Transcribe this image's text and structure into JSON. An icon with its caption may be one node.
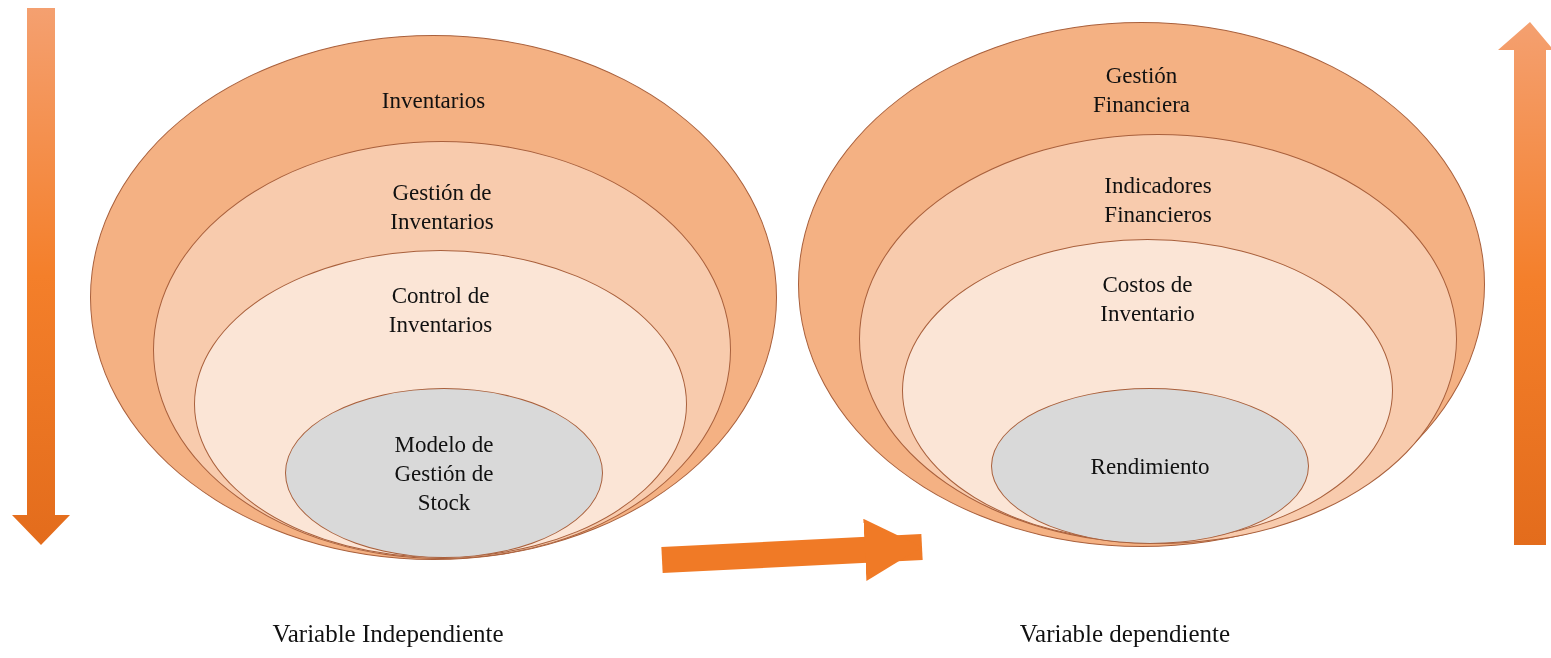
{
  "diagram": {
    "nodes": [
      {
        "text": [
          "Inventarios"
        ]
      },
      {
        "text": [
          "Gestión de Inventarios"
        ],
        "in": 0
      },
      {
        "text": [
          "Control de Inventarios"
        ],
        "in": 1
      },
      {
        "text": [
          "Modelo de Gestión de Stock"
        ],
        "in": 2
      },
      {
        "text": [
          "Gestión Financiera"
        ]
      },
      {
        "text": [
          "Indicadores Financieros"
        ],
        "in": 4
      },
      {
        "text": [
          "Costos de Inventario"
        ],
        "in": 5
      },
      {
        "text": [
          "Rendimiento"
        ],
        "in": 6
      }
    ],
    "edges": [
      {
        "from": 0,
        "to": 4,
        "arrow": "to"
      }
    ],
    "labels": [
      "Variable Independiente",
      "Variable dependiente"
    ]
  }
}
